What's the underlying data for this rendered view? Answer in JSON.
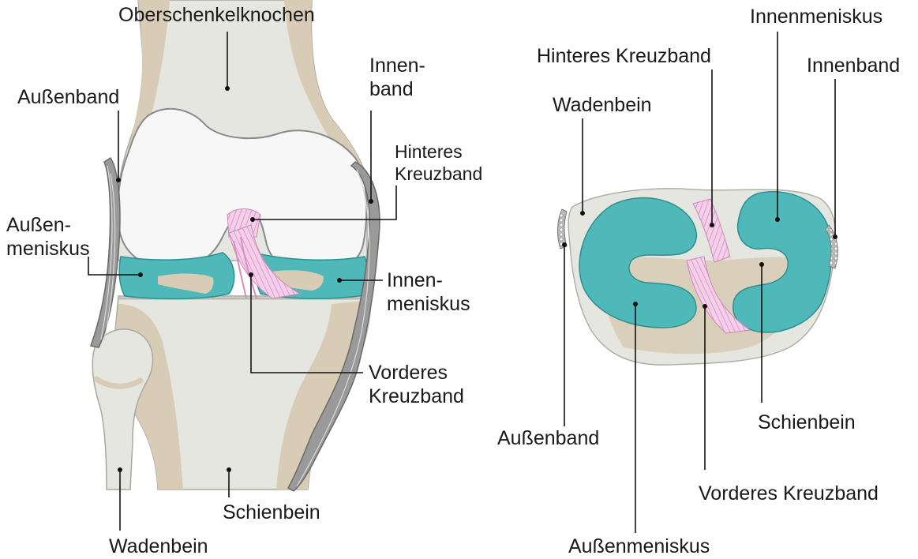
{
  "front_view": {
    "oberschenkelknochen": "Oberschenkelknochen",
    "aussenband": "Außenband",
    "innenband": [
      "Innen-",
      "band"
    ],
    "hinteres_kreuzband": [
      "Hinteres",
      "Kreuzband"
    ],
    "aussenmeniskus": [
      "Außen-",
      "meniskus"
    ],
    "innenmeniskus": [
      "Innen-",
      "meniskus"
    ],
    "vorderes_kreuzband": [
      "Vorderes",
      "Kreuzband"
    ],
    "schienbein": "Schienbein",
    "wadenbein": "Wadenbein"
  },
  "top_view": {
    "innenmeniskus": "Innenmeniskus",
    "hinteres_kreuzband": "Hinteres Kreuzband",
    "innenband": "Innenband",
    "wadenbein": "Wadenbein",
    "aussenband": "Außenband",
    "schienbein": "Schienbein",
    "vorderes_kreuzband": "Vorderes Kreuzband",
    "aussenmeniskus": "Außenmeniskus"
  },
  "colors": {
    "bone_light": "#e6e6e0",
    "bone_shade": "#d8ccb6",
    "cartilage": "#f7f7f7",
    "meniscus": "#4fb9b9",
    "meniscus_edge": "#2f8f8f",
    "ligament_cruciate": "#e9a9d6",
    "ligament_collateral": "#8f8f8f",
    "outline": "#9a9a9a",
    "leader": "#111111"
  }
}
